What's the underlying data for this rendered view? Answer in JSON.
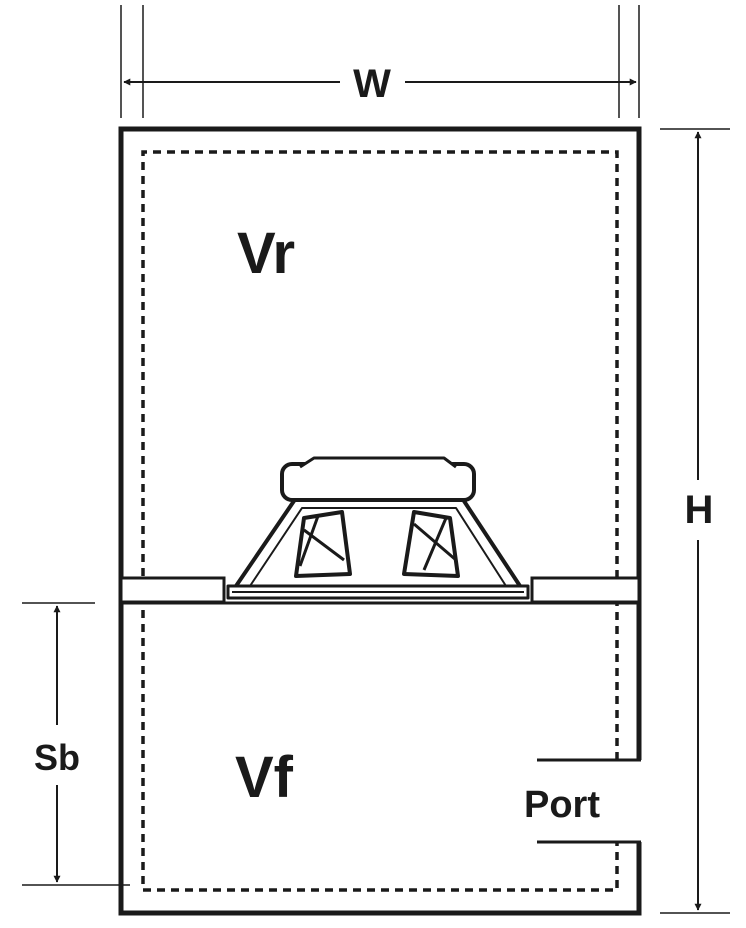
{
  "labels": {
    "width": "W",
    "height": "H",
    "rear_volume": "Vr",
    "front_volume": "Vf",
    "driver_offset": "Sb",
    "port": "Port"
  },
  "colors": {
    "line": "#1a1a1a",
    "background": "#ffffff"
  }
}
